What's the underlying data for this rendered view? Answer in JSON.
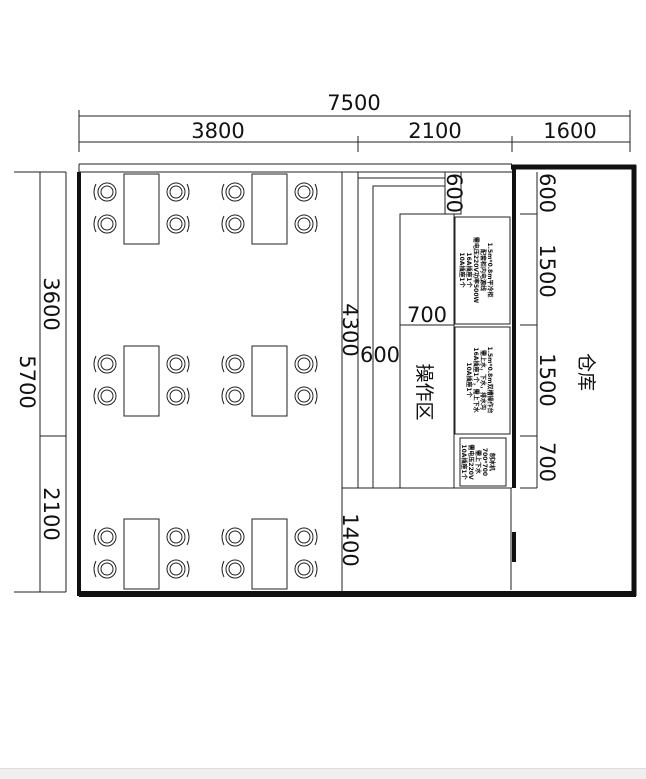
{
  "dimensions": {
    "total_width": "7500",
    "seg_dining": "3800",
    "seg_operation": "2100",
    "seg_storage": "1600",
    "left_upper": "3600",
    "left_total": "5700",
    "left_lower": "2100",
    "counter_length": "4300",
    "counter_lower": "1400",
    "top_depth": "600",
    "counter_depth": "600",
    "counter_offset": "700",
    "right_top": "600",
    "right_a": "1500",
    "right_b": "1500",
    "right_c": "700"
  },
  "labels": {
    "operation_area": "操作区",
    "storage": "仓库"
  },
  "equipment": {
    "unit1": [
      "1.5m*0.8m平冷柜",
      "配套柜内电源线",
      "需电压220V功率500W",
      "16A插座1个",
      "10A插座1个"
    ],
    "unit2": [
      "1.5m*0.8m双槽操作台",
      "需上水，下水，排水沟",
      "16A插座1个，需上下水",
      "10A插座1个"
    ],
    "unit3": [
      "制冰机",
      "700*700",
      "需上下水",
      "需电压220V",
      "10A插座1个"
    ]
  }
}
